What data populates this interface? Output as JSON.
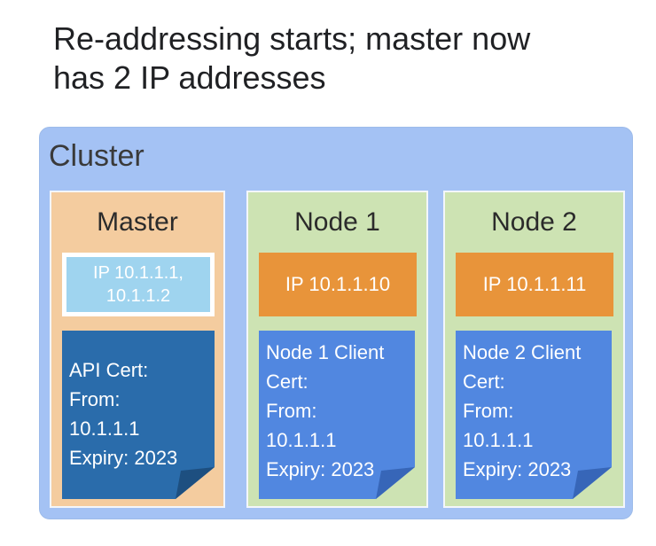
{
  "title_lines": [
    "Re-addressing starts; master now",
    "has 2 IP addresses"
  ],
  "cluster": {
    "label": "Cluster"
  },
  "master": {
    "title": "Master",
    "ip_lines": [
      "IP 10.1.1.1,",
      "10.1.1.2"
    ],
    "cert_lines": [
      "API Cert:",
      "From:",
      "10.1.1.1",
      "Expiry: 2023"
    ]
  },
  "node1": {
    "title": "Node 1",
    "ip": "IP 10.1.1.10",
    "cert_lines": [
      "Node 1 Client",
      "Cert:",
      "From:",
      "10.1.1.1",
      "Expiry: 2023"
    ]
  },
  "node2": {
    "title": "Node 2",
    "ip": "IP 10.1.1.11",
    "cert_lines": [
      "Node 2 Client",
      "Cert:",
      "From:",
      "10.1.1.1",
      "Expiry: 2023"
    ]
  },
  "colors": {
    "cluster_bg": "#a4c2f4",
    "master_bg": "#f4cc9f",
    "node_bg": "#cde3b3",
    "master_ip_bg": "#9fd4ef",
    "node_ip_bg": "#e8943a",
    "api_cert_bg": "#2a6cab",
    "node_cert_bg": "#5187e0"
  }
}
